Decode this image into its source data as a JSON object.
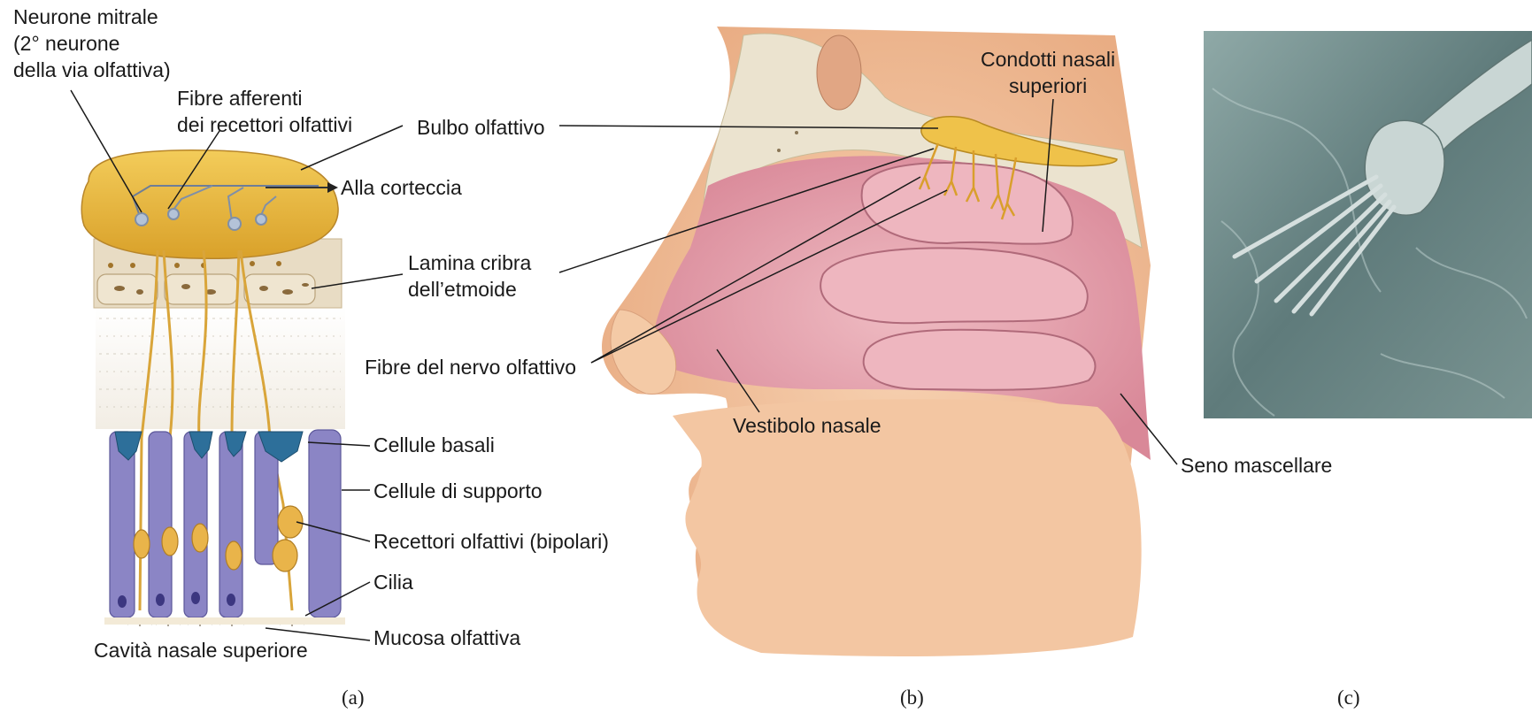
{
  "panel_a": {
    "labels": {
      "mitral": "Neurone mitrale\n(2° neurone\ndella via olfattiva)",
      "afferent": "Fibre afferenti\ndei recettori olfattivi",
      "bulb": "Bulbo olfattivo",
      "cortex": "Alla corteccia",
      "cribriform": "Lamina cribra\ndell’etmoide",
      "nerve": "Fibre del nervo olfattivo",
      "basal": "Cellule basali",
      "support": "Cellule di supporto",
      "receptors": "Recettori olfattivi (bipolari)",
      "cilia": "Cilia",
      "mucosa": "Mucosa olfattiva",
      "cavity": "Cavità nasale superiore"
    },
    "caption": "(a)"
  },
  "panel_b": {
    "labels": {
      "ducts": "Condotti nasali\nsuperiori",
      "vestibule": "Vestibolo nasale",
      "sinus": "Seno mascellare"
    },
    "caption": "(b)"
  },
  "panel_c": {
    "caption": "(c)"
  },
  "colors": {
    "bulb_yellow": "#e9b636",
    "nerve_yellow": "#e4b446",
    "bone": "#ebe3cf",
    "support_cell": "#8b85c5",
    "basal_cell": "#2d6f9a",
    "nasal_pink": "#e5a6b0",
    "skin": "#f0c3a0",
    "sem_gray": "#7d9796"
  }
}
